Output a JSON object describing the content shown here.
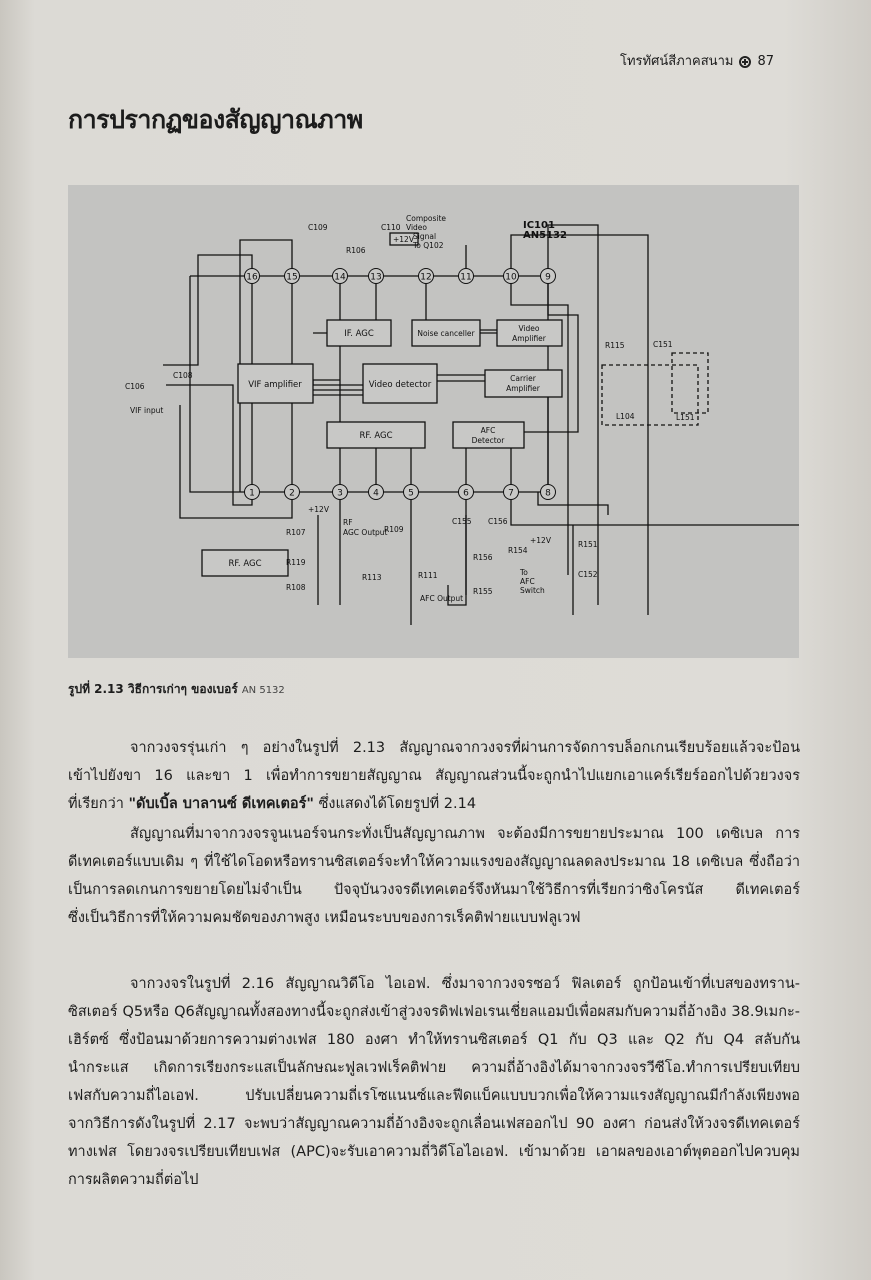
{
  "running_head": {
    "book_title": "โทรทัศน์สีภาคสนาม",
    "page_number": "87",
    "icon": "crosshair-circle-icon"
  },
  "section_title": "การปรากฏของสัญญาณภาพ",
  "figure": {
    "chip_label": "IC101",
    "chip_model": "AN5132",
    "pins_top": [
      "16",
      "15",
      "14",
      "13",
      "12",
      "11",
      "10",
      "9"
    ],
    "pins_bottom": [
      "1",
      "2",
      "3",
      "4",
      "5",
      "6",
      "7",
      "8"
    ],
    "blocks": {
      "if_agc": "IF. AGC",
      "noise_canceller": "Noise canceller",
      "video_amp_1": "Video",
      "video_amp_2": "Amplifier",
      "vif_amp": "VIF amplifier",
      "video_detector": "Video detector",
      "carrier_amp_1": "Carrier",
      "carrier_amp_2": "Amplifier",
      "rf_agc": "RF. AGC",
      "afc_det_1": "AFC",
      "afc_det_2": "Detector",
      "rf_agc_ext": "RF. AGC"
    },
    "labels": {
      "c109": "C109",
      "c110": "C110",
      "r106": "R106",
      "composite_1": "Composite",
      "composite_2": "Video",
      "composite_3": "Signal",
      "composite_4": "To Q102",
      "v12_top": "+12V",
      "c108": "C108",
      "c106": "C106",
      "vif_input": "VIF input",
      "r115": "R115",
      "c151": "C151",
      "l104": "L104",
      "l151": "L151",
      "v12_left": "+12V",
      "r107": "R107",
      "r119": "R119",
      "r108": "R108",
      "rf_agc_out_1": "RF",
      "rf_agc_out_2": "AGC Output",
      "r109": "R109",
      "r113": "R113",
      "r111": "R111",
      "afc_output": "AFC Output",
      "c155": "C155",
      "c156": "C156",
      "r156": "R156",
      "r154": "R154",
      "r155": "R155",
      "v12_right": "+12V",
      "to_afc_1": "To",
      "to_afc_2": "AFC",
      "to_afc_3": "Switch",
      "r151": "R151",
      "c152": "C152"
    }
  },
  "caption": {
    "label": "รูปที่ 2.13 วิธีการเก่าๆ ของเบอร์",
    "part": "AN 5132"
  },
  "paragraphs": [
    {
      "lines": [
        "จากวงจรรุ่นเก่า ๆ  อย่างในรูปที่  2.13  สัญญาณจากวงจรที่ผ่านการจัดการบล็อกเกนเรียบร้อยแล้วจะป้อน",
        "เข้าไปยังขา 16 และขา 1 เพื่อทำการขยายสัญญาณ     สัญญาณส่วนนี้จะถูกนำไปแยกเอาแคร์เรียร์ออกไปด้วยวงจร"
      ],
      "last_prefix": "ที่เรียกว่า ",
      "last_bold": "\"ดับเบิ้ล บาลานซ์ ดีเทคเตอร์\"",
      "last_suffix": " ซึ่งแสดงได้โดยรูปที่  2.14"
    },
    {
      "lines": [
        "สัญญาณที่มาจากวงจรจูนเนอร์จนกระทั่งเป็นสัญญาณภาพ  จะต้องมีการขยายประมาณ 100 เดซิเบล  การ",
        "ดีเทคเตอร์แบบเดิม ๆ ที่ใช้ไดโอดหรือทรานซิสเตอร์จะทำให้ความแรงของสัญญาณลดลงประมาณ 18 เดซิเบล  ซึ่งถือว่า",
        "เป็นการลดเกนการขยายโดยไม่จำเป็น  ปัจจุบันวงจรดีเทคเตอร์จึงหันมาใช้วิธีการที่เรียกว่าซิงโครนัส  ดีเทคเตอร์",
        "ซึ่งเป็นวิธีการที่ให้ความคมชัดของภาพสูง  เหมือนระบบของการเร็คติฟายแบบฟลูเวฟ"
      ]
    },
    {
      "lines": [
        "จากวงจรในรูปที่ 2.16 สัญญาณวิดีโอ  ไอเอฟ. ซึ่งมาจากวงจรซอว์  ฟิลเตอร์  ถูกป้อนเข้าที่เบสของทราน-",
        "ซิสเตอร์ Q5หรือ Q6สัญญาณทั้งสองทางนี้จะถูกส่งเข้าสู่วงจรดิฟเฟอเรนเชี่ยลแอมป์เพื่อผสมกับความถี่อ้างอิง   38.9เมกะ-",
        "เฮิร์ตซ์  ซึ่งป้อนมาด้วยการความต่างเฟส 180 องศา  ทำให้ทรานซิสเตอร์  Q1  กับ  Q3  และ  Q2  กับ  Q4  สลับกัน",
        "นำกระแส  เกิดการเรียงกระแสเป็นลักษณะฟูลเวฟเร็คติฟาย  ความถี่อ้างอิงได้มาจากวงจรวีซีโอ.ทำการเปรียบเทียบ",
        "เฟสกับความถี่ไอเอฟ.  ปรับเปลี่ยนความถี่เรโซแนนซ์และฟีดแบ็คแบบบวกเพื่อให้ความแรงสัญญาณมีกำลังเพียงพอ",
        "จากวิธีการดังในรูปที่ 2.17 จะพบว่าสัญญาณความถี่อ้างอิงจะถูกเลื่อนเฟสออกไป  90  องศา  ก่อนส่งให้วงจรดีเทคเตอร์",
        "ทางเฟส  โดยวงจรเปรียบเทียบเฟส  (APC)จะรับเอาความถี่วิดีโอไอเอฟ.  เข้ามาด้วย  เอาผลของเอาต์พุตออกไปควบคุม",
        "การผลิตความถี่ต่อไป"
      ]
    }
  ]
}
